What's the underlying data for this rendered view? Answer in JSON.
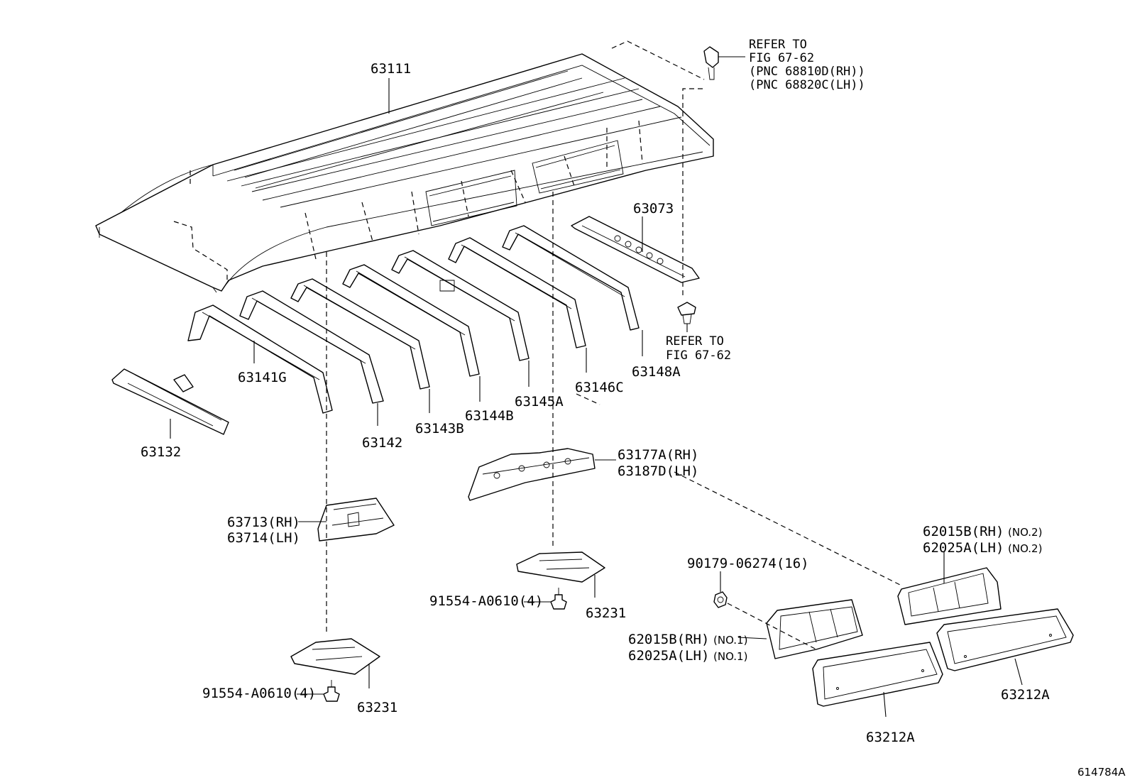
{
  "diagram_id": "614784A",
  "labels": {
    "roof_panel": "63111",
    "refer_top": [
      "REFER TO",
      "FIG 67-62",
      "(PNC 68810D(RH))",
      "(PNC 68820C(LH))"
    ],
    "refer_mid": [
      "REFER TO",
      "FIG 67-62"
    ],
    "p63073": "63073",
    "p63132": "63132",
    "p63141g": "63141G",
    "p63142": "63142",
    "p63143b": "63143B",
    "p63144b": "63144B",
    "p63145a": "63145A",
    "p63146c": "63146C",
    "p63148a": "63148A",
    "p63177a": "63177A(RH)",
    "p63187d": "63187D(LH)",
    "p63713": "63713(RH)",
    "p63714": "63714(LH)",
    "p63231_right": "63231",
    "p63231_left": "63231",
    "bolt_right": "91554-A0610(4)",
    "bolt_left": "91554-A0610(4)",
    "nut": "90179-06274(16)",
    "p62015b_no2": "62015B(RH)",
    "p62025a_no2": "62025A(LH)",
    "no2_a": "(NO.2)",
    "no2_b": "(NO.2)",
    "p62015b_no1": "62015B(RH)",
    "p62025a_no1": "62025A(LH)",
    "no1_a": "(NO.1)",
    "no1_b": "(NO.1)",
    "p63212a_right": "63212A",
    "p63212a_bottom": "63212A"
  }
}
